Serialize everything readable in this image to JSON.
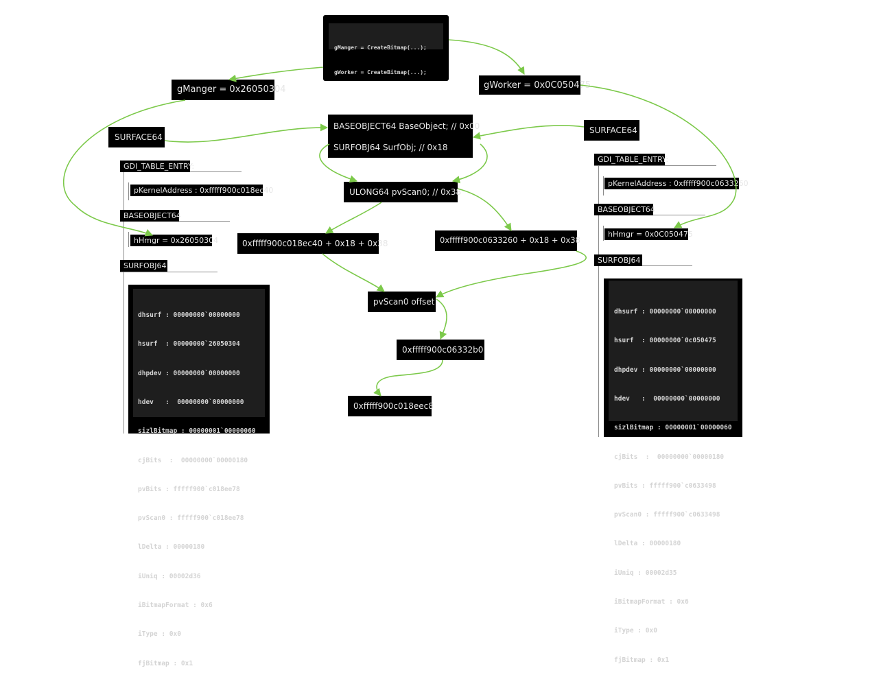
{
  "top_code": {
    "lines": [
      "gManger = CreateBitmap(...);",
      "gWorker = CreateBitmap(...);"
    ]
  },
  "nodes": {
    "gmanger": "gManger = 0x26050304",
    "gworker": "gWorker = 0x0C050475",
    "surface64_left": "SURFACE64",
    "surface64_right": "SURFACE64",
    "baseobject_line": "BASEOBJECT64 BaseObject; // 0x00",
    "surfobj_line": "SURFOBJ64 SurfObj; // 0x18",
    "pvscan0_field": "ULONG64 pvScan0; // 0x38",
    "calc_left": "0xfffff900c018ec40 + 0x18 + 0x38",
    "calc_right": "0xfffff900c0633260 + 0x18 + 0x38",
    "pvscan0_offset": "pvScan0 offset",
    "addr_worker_pvscan0": "0xfffff900c06332b0",
    "addr_manager_pvscan0": "0xfffff900c018eec8"
  },
  "left_tree": {
    "gdi_table_entry": "GDI_TABLE_ENTRY:",
    "pkerneladdress": "pKernelAddress : 0xfffff900c018ec40",
    "baseobject64": "BASEOBJECT64",
    "hhmgr": "hHmgr = 0x26050304",
    "surfobj64": "SURFOBJ64",
    "dump": [
      "dhsurf : 00000000`00000000",
      "hsurf  : 00000000`26050304",
      "dhpdev : 00000000`00000000",
      "hdev   :  00000000`00000000",
      "sizlBitmap : 00000001`00000060",
      "cjBits  :  00000000`00000180",
      "pvBits : fffff900`c018ee78",
      "pvScan0 : fffff900`c018ee78",
      "lDelta : 00000180",
      "iUniq : 00002d36",
      "iBitmapFormat : 0x6",
      "iType : 0x0",
      "fjBitmap : 0x1"
    ]
  },
  "right_tree": {
    "gdi_table_entry": "GDI_TABLE_ENTRY:",
    "pkerneladdress": "pKernelAddress : 0xfffff900c0633260",
    "baseobject64": "BASEOBJECT64",
    "hhmgr": "hHmgr = 0x0C050475",
    "surfobj64": "SURFOBJ64",
    "dump": [
      "dhsurf : 00000000`00000000",
      "hsurf  : 00000000`0c050475",
      "dhpdev : 00000000`00000000",
      "hdev   :  00000000`00000000",
      "sizlBitmap : 00000001`00000060",
      "cjBits  :  00000000`00000180",
      "pvBits : fffff900`c0633498",
      "pvScan0 : fffff900`c0633498",
      "lDelta : 00000180",
      "iUniq : 00002d35",
      "iBitmapFormat : 0x6",
      "iType : 0x0",
      "fjBitmap : 0x1"
    ]
  },
  "colors": {
    "arrow": "#7cc94a",
    "box_bg": "#000000",
    "box_text": "#e6e6e6",
    "code_bg": "#1e1e1e",
    "tree_line": "#8a8a8a"
  }
}
